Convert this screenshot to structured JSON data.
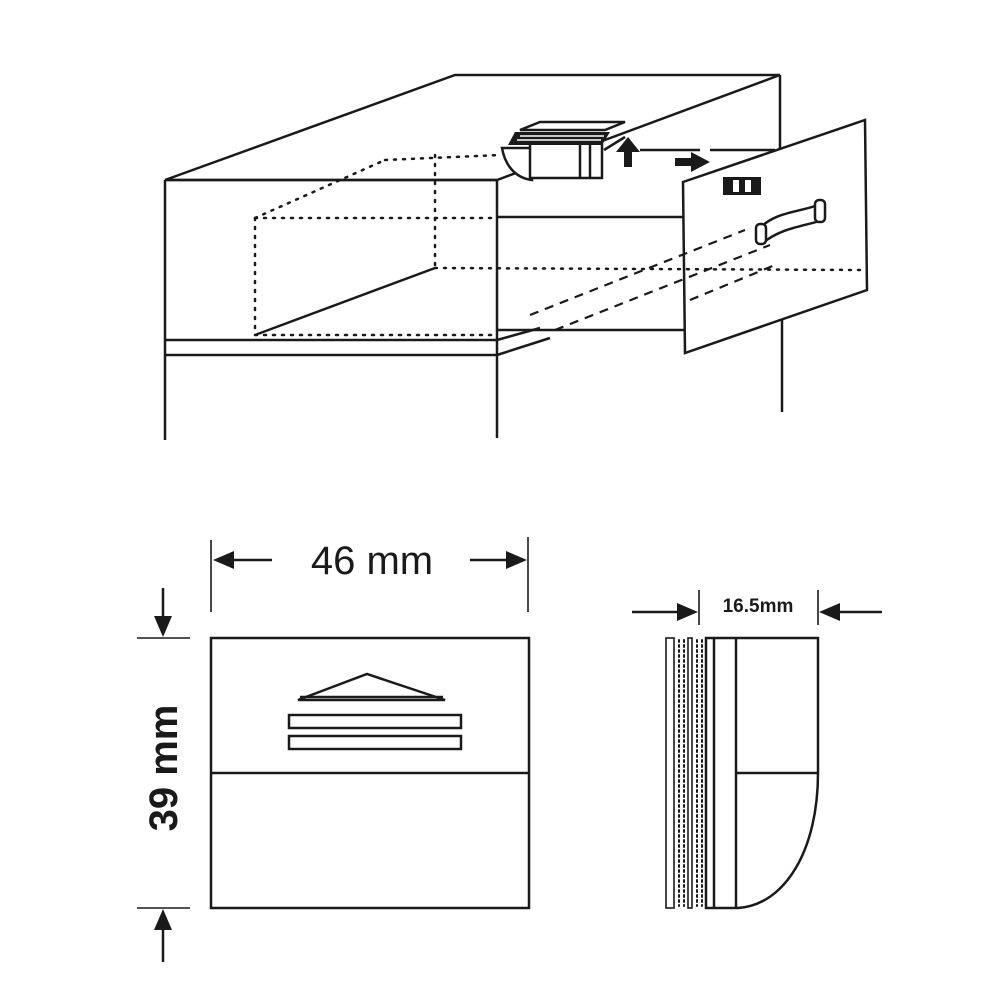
{
  "dimensions": {
    "width_label": "46 mm",
    "height_label": "39 mm",
    "depth_label": "16.5mm"
  },
  "colors": {
    "line": "#1a1a1a",
    "background": "#ffffff"
  }
}
